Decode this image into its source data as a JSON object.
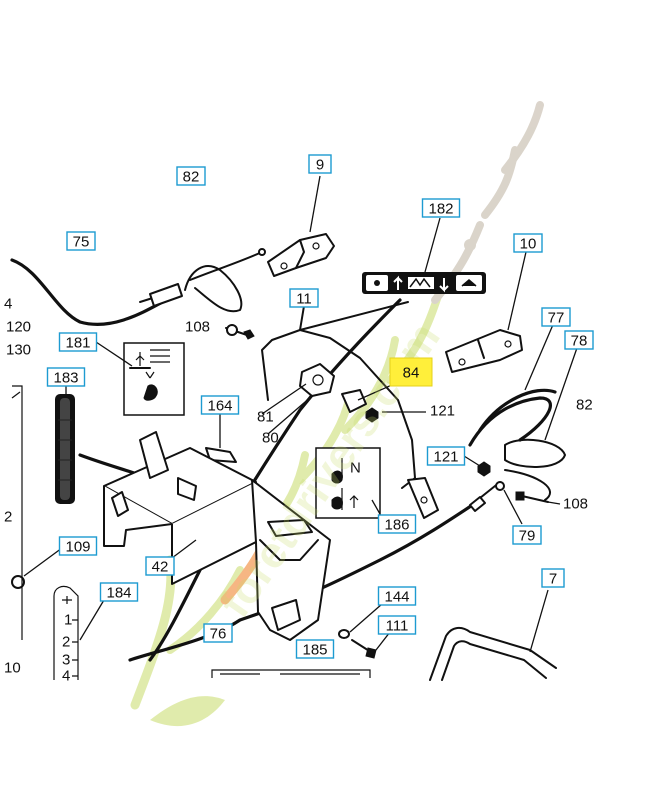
{
  "diagram": {
    "callouts_boxed": [
      {
        "id": "c9",
        "text": "9"
      },
      {
        "id": "c82a",
        "text": "82"
      },
      {
        "id": "c182",
        "text": "182"
      },
      {
        "id": "c75",
        "text": "75"
      },
      {
        "id": "c10a",
        "text": "10"
      },
      {
        "id": "c11",
        "text": "11"
      },
      {
        "id": "c77",
        "text": "77"
      },
      {
        "id": "c78",
        "text": "78"
      },
      {
        "id": "c181",
        "text": "181"
      },
      {
        "id": "c183",
        "text": "183"
      },
      {
        "id": "c164",
        "text": "164"
      },
      {
        "id": "c121b",
        "text": "121"
      },
      {
        "id": "c109",
        "text": "109"
      },
      {
        "id": "c42",
        "text": "42"
      },
      {
        "id": "c79",
        "text": "79"
      },
      {
        "id": "c186",
        "text": "186"
      },
      {
        "id": "c7",
        "text": "7"
      },
      {
        "id": "c184",
        "text": "184"
      },
      {
        "id": "c144",
        "text": "144"
      },
      {
        "id": "c111",
        "text": "111"
      },
      {
        "id": "c76",
        "text": "76"
      },
      {
        "id": "c185",
        "text": "185"
      }
    ],
    "callouts_plain": [
      {
        "id": "p108a",
        "text": "108"
      },
      {
        "id": "p81",
        "text": "81"
      },
      {
        "id": "p80",
        "text": "80"
      },
      {
        "id": "p121a",
        "text": "121"
      },
      {
        "id": "p82b",
        "text": "82"
      },
      {
        "id": "p108b",
        "text": "108"
      }
    ],
    "callouts_edge": [
      {
        "id": "e4",
        "text": "4"
      },
      {
        "id": "e120",
        "text": "120"
      },
      {
        "id": "e130",
        "text": "130"
      },
      {
        "id": "e2",
        "text": "2"
      },
      {
        "id": "e10",
        "text": "10"
      }
    ],
    "highlighted_callout": {
      "text": "84",
      "color": "#ffef3a"
    },
    "decal_186_letters": {
      "n": "N"
    },
    "scale_ticks_184": [
      "1",
      "2",
      "3",
      "4"
    ],
    "watermark": {
      "text": "foretdrivers.com",
      "colors": [
        "#c8dc6a",
        "#f07c1e",
        "#bdb1a0"
      ]
    }
  }
}
